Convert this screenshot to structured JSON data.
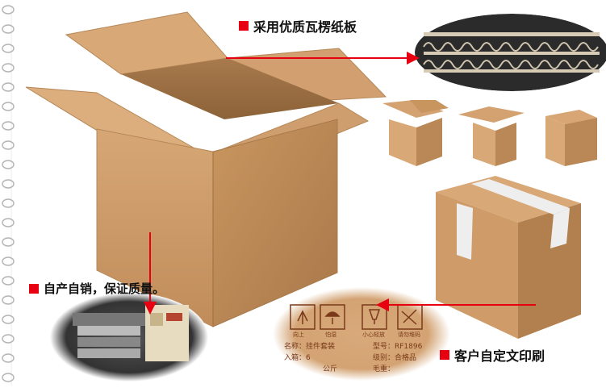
{
  "callouts": {
    "material": "采用优质瓦楞纸板",
    "self_produced": "自产自销，保证质量。",
    "custom_print": "客户自定文印刷"
  },
  "stamp": {
    "icons": [
      "向上",
      "怕湿",
      "小心轻放",
      "请勿堆码"
    ],
    "fields": {
      "name": "名称：挂件套装",
      "model": "型号：RF1896",
      "count": "入箱：6",
      "grade": "级别：合格品",
      "unit": "公斤",
      "weight": "毛重："
    }
  },
  "colors": {
    "bullet_red": "#e60012",
    "arrow_red": "#e60012",
    "cardboard_light": "#d9a877",
    "cardboard_mid": "#c89565",
    "cardboard_dark": "#a8784a",
    "ring_gray": "#b5b5b5"
  }
}
